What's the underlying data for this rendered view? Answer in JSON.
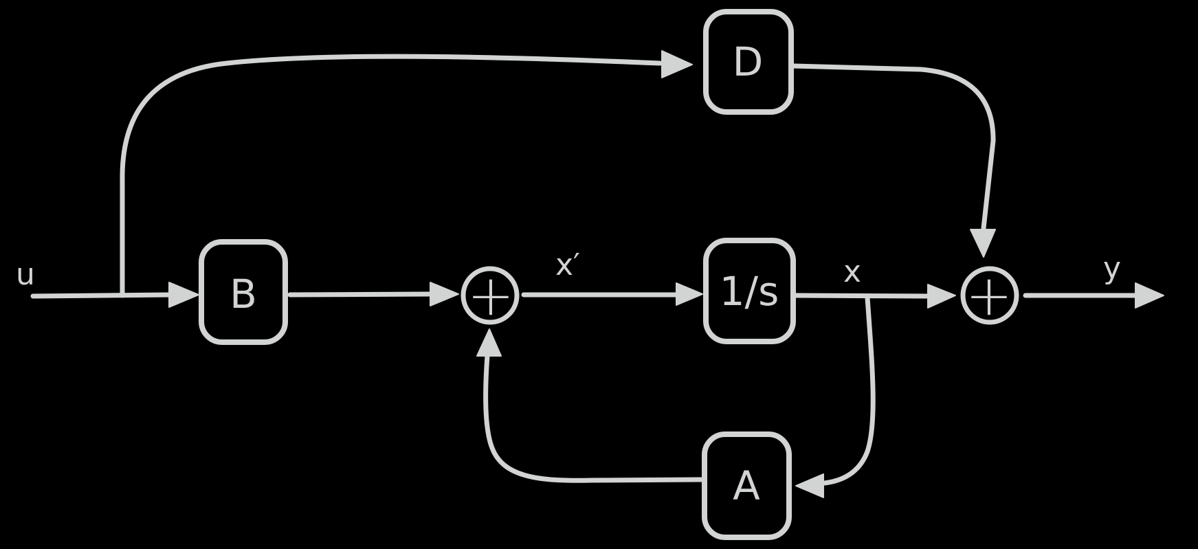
{
  "diagram": {
    "kind": "hand-drawn state-space block diagram",
    "colors": {
      "background": "#000000",
      "stroke": "#d2d3d3"
    },
    "blocks": [
      {
        "id": "B",
        "label": "B",
        "role": "input matrix"
      },
      {
        "id": "D",
        "label": "D",
        "role": "feedthrough matrix"
      },
      {
        "id": "integrator",
        "label": "1/s",
        "role": "integrator"
      },
      {
        "id": "A",
        "label": "A",
        "role": "state matrix"
      }
    ],
    "signals": {
      "input": "u",
      "state_derivative": "x′",
      "state": "x",
      "output": "y"
    },
    "summing_junctions": [
      {
        "id": "sum1",
        "symbol": "+"
      },
      {
        "id": "sum2",
        "symbol": "+"
      }
    ],
    "edges": [
      {
        "from": "u",
        "to": "B"
      },
      {
        "from": "u",
        "to": "D"
      },
      {
        "from": "B",
        "to": "sum1"
      },
      {
        "from": "sum1",
        "to": "integrator",
        "label": "x′"
      },
      {
        "from": "integrator",
        "to": "sum2",
        "label": "x"
      },
      {
        "from": "x",
        "to": "A"
      },
      {
        "from": "A",
        "to": "sum1"
      },
      {
        "from": "D",
        "to": "sum2"
      },
      {
        "from": "sum2",
        "to": "y"
      }
    ]
  }
}
